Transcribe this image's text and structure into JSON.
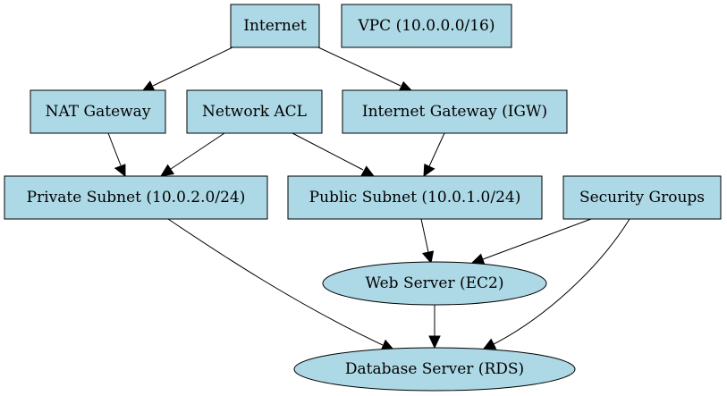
{
  "colors": {
    "node_fill": "#add8e6",
    "stroke": "#000000",
    "background": "#ffffff"
  },
  "nodes": {
    "internet": {
      "label": "Internet"
    },
    "vpc": {
      "label": "VPC (10.0.0.0/16)"
    },
    "nat_gateway": {
      "label": "NAT Gateway"
    },
    "network_acl": {
      "label": "Network ACL"
    },
    "igw": {
      "label": "Internet Gateway (IGW)"
    },
    "private_subnet": {
      "label": "Private Subnet (10.0.2.0/24)"
    },
    "public_subnet": {
      "label": "Public Subnet (10.0.1.0/24)"
    },
    "security_groups": {
      "label": "Security Groups"
    },
    "web_server": {
      "label": "Web Server (EC2)"
    },
    "db_server": {
      "label": "Database Server (RDS)"
    }
  },
  "edges": [
    {
      "from": "internet",
      "to": "nat_gateway"
    },
    {
      "from": "internet",
      "to": "igw"
    },
    {
      "from": "nat_gateway",
      "to": "private_subnet"
    },
    {
      "from": "network_acl",
      "to": "private_subnet"
    },
    {
      "from": "network_acl",
      "to": "public_subnet"
    },
    {
      "from": "igw",
      "to": "public_subnet"
    },
    {
      "from": "public_subnet",
      "to": "web_server"
    },
    {
      "from": "security_groups",
      "to": "web_server"
    },
    {
      "from": "security_groups",
      "to": "db_server"
    },
    {
      "from": "private_subnet",
      "to": "db_server"
    },
    {
      "from": "web_server",
      "to": "db_server"
    }
  ]
}
